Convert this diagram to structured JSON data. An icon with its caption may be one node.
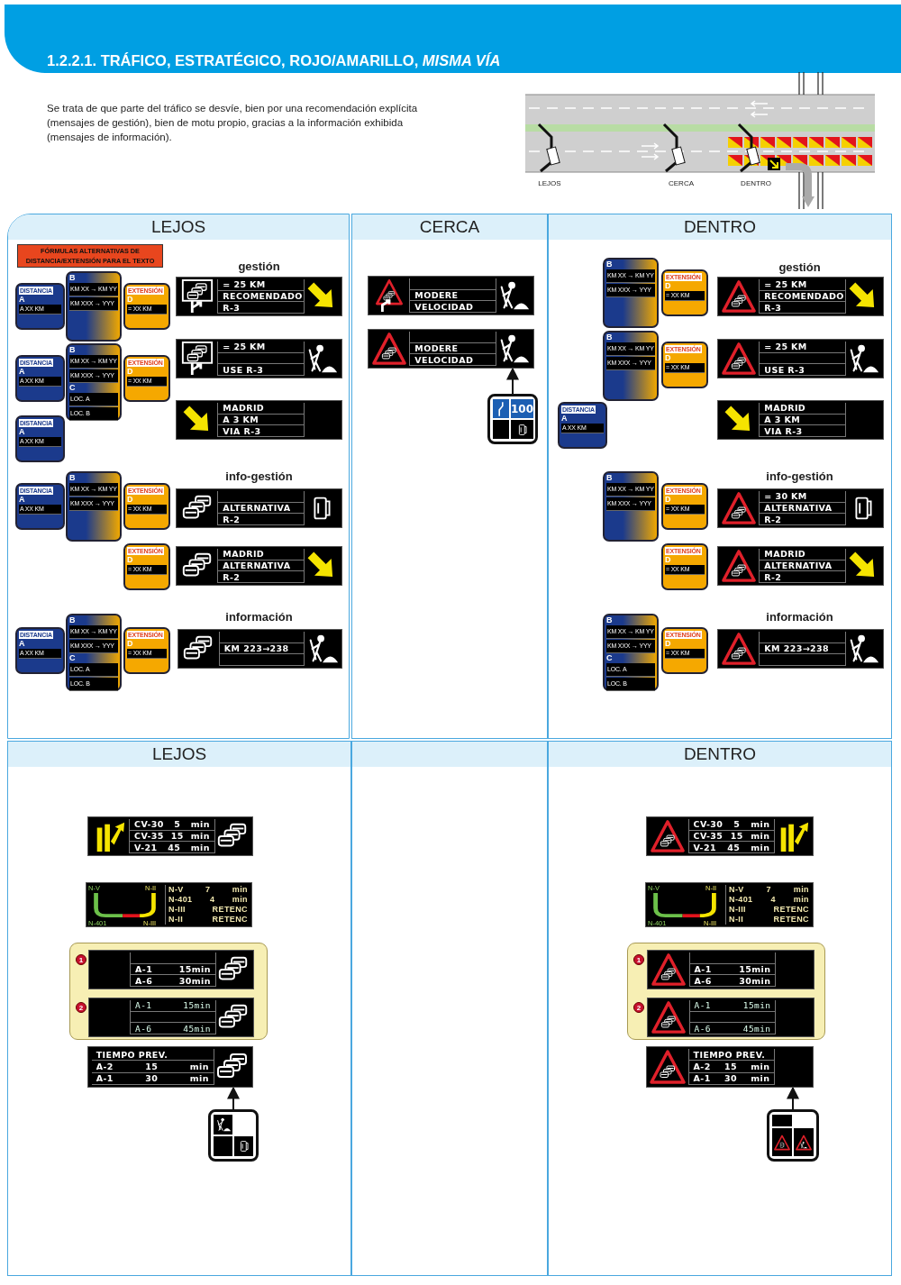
{
  "diagram": {
    "title": "1.2.2.1. TRÁFICO, ESTRATÉGICO, ROJO/AMARILLO, *MISMA VÍA*",
    "nodes": [
      {
        "text": [
          "LEJOS"
        ]
      },
      {
        "text": [
          "FÓRMULAS ALTERNATIVAS DE DISTANCIA/EXTENSIÓN PARA EL TEXTO"
        ],
        "in": 0
      },
      {
        "text": [
          "DISTANCIA",
          "A",
          "A XX KM"
        ],
        "in": 0
      },
      {
        "text": [
          "B",
          "KM XX → KM YY",
          "KM XXX → YYY"
        ],
        "in": 0
      },
      {
        "text": [
          "EXTENSIÓN",
          "D",
          "= XX KM"
        ],
        "in": 0
      },
      {
        "text": [
          "= 25 KM",
          "RECOMENDADO",
          "R-3"
        ],
        "in": 0
      },
      {
        "text": [
          "DISTANCIA",
          "A",
          "A XX KM"
        ],
        "in": 0
      },
      {
        "text": [
          "B",
          "KM XX → KM YY",
          "KM XXX → YYY",
          "C",
          "LOC. A",
          "LOC. B"
        ],
        "in": 0
      },
      {
        "text": [
          "EXTENSIÓN",
          "D",
          "= XX KM"
        ],
        "in": 0
      },
      {
        "text": [
          "= 25 KM",
          "USE R-3"
        ],
        "in": 0
      },
      {
        "text": [
          "DISTANCIA",
          "A",
          "A XX KM"
        ],
        "in": 0
      },
      {
        "text": [
          "MADRID",
          "A 3 KM",
          "VIA R-3"
        ],
        "in": 0
      },
      {
        "text": [
          "DISTANCIA",
          "A",
          "A XX KM"
        ],
        "in": 0
      },
      {
        "text": [
          "B",
          "KM XX → KM YY",
          "KM XXX → YYY"
        ],
        "in": 0
      },
      {
        "text": [
          "EXTENSIÓN",
          "D",
          "= XX KM"
        ],
        "in": 0
      },
      {
        "text": [
          "ALTERNATIVA",
          "R-2"
        ],
        "in": 0
      },
      {
        "text": [
          "EXTENSIÓN",
          "D",
          "= XX KM"
        ],
        "in": 0
      },
      {
        "text": [
          "MADRID",
          "ALTERNATIVA",
          "R-2"
        ],
        "in": 0
      },
      {
        "text": [
          "DISTANCIA",
          "A",
          "A XX KM"
        ],
        "in": 0
      },
      {
        "text": [
          "B",
          "KM XX → KM YY",
          "KM XXX → YYY",
          "C",
          "LOC. A",
          "LOC. B"
        ],
        "in": 0
      },
      {
        "text": [
          "EXTENSIÓN",
          "D",
          "= XX KM"
        ],
        "in": 0
      },
      {
        "text": [
          "KM 223→238"
        ],
        "in": 0
      },
      {
        "text": [
          "CERCA"
        ]
      },
      {
        "text": [
          "MODERE",
          "VELOCIDAD"
        ],
        "in": 22
      },
      {
        "text": [
          "MODERE",
          "VELOCIDAD"
        ],
        "in": 22
      },
      {
        "text": [
          "100"
        ],
        "in": 22
      },
      {
        "text": [
          "DENTRO"
        ]
      },
      {
        "text": [
          "B",
          "KM XX → KM YY",
          "KM XXX → YYY"
        ],
        "in": 26
      },
      {
        "text": [
          "EXTENSIÓN",
          "D",
          "= XX KM"
        ],
        "in": 26
      },
      {
        "text": [
          "= 25 KM",
          "RECOMENDADO",
          "R-3"
        ],
        "in": 26
      },
      {
        "text": [
          "B",
          "KM XX → KM YY",
          "KM XXX → YYY"
        ],
        "in": 26
      },
      {
        "text": [
          "EXTENSIÓN",
          "D",
          "= XX KM"
        ],
        "in": 26
      },
      {
        "text": [
          "= 25 KM",
          "USE R-3"
        ],
        "in": 26
      },
      {
        "text": [
          "DISTANCIA",
          "A",
          "A XX KM"
        ],
        "in": 26
      },
      {
        "text": [
          "MADRID",
          "A 3 KM",
          "VIA R-3"
        ],
        "in": 26
      },
      {
        "text": [
          "B",
          "KM XX → KM YY",
          "KM XXX → YYY"
        ],
        "in": 26
      },
      {
        "text": [
          "EXTENSIÓN",
          "D",
          "= XX KM"
        ],
        "in": 26
      },
      {
        "text": [
          "= 30 KM",
          "ALTERNATIVA",
          "R-2"
        ],
        "in": 26
      },
      {
        "text": [
          "EXTENSIÓN",
          "D",
          "= XX KM"
        ],
        "in": 26
      },
      {
        "text": [
          "MADRID",
          "ALTERNATIVA",
          "R-2"
        ],
        "in": 26
      },
      {
        "text": [
          "B",
          "KM XX → KM YY",
          "KM XXX → YYY",
          "C",
          "LOC. A",
          "LOC. B"
        ],
        "in": 26
      },
      {
        "text": [
          "EXTENSIÓN",
          "D",
          "= XX KM"
        ],
        "in": 26
      },
      {
        "text": [
          "KM 223→238"
        ],
        "in": 26
      },
      {
        "text": [
          "LEJOS"
        ]
      },
      {
        "text": [
          "CV-30 5 min",
          "CV-35 15 min",
          "V-21 45 min"
        ],
        "in": 43
      },
      {
        "text": [
          "N-V",
          "N-II",
          "N-401",
          "N-III",
          "N-V 7 min",
          "N-401 4 min",
          "N-III RETENC",
          "N-II RETENC"
        ],
        "in": 43
      },
      {
        "text": [],
        "shape": "box",
        "in": 43
      },
      {
        "text": [
          "A-1 15min",
          "A-6 30min"
        ],
        "beside": [
          "1"
        ],
        "in": 46
      },
      {
        "text": [
          "A-1 15min",
          "A-6 45min"
        ],
        "beside": [
          "2"
        ],
        "in": 46
      },
      {
        "text": [
          "TIEMPO PREV.",
          "A-2 15 min",
          "A-1 30 min"
        ],
        "in": 43
      },
      {
        "text": [],
        "shape": "picture",
        "in": 43
      },
      {
        "text": [
          "DENTRO"
        ]
      },
      {
        "text": [
          "CV-30 5 min",
          "CV-35 15 min",
          "V-21 45 min"
        ],
        "in": 51
      },
      {
        "text": [
          "N-V",
          "N-II",
          "N-401",
          "N-III",
          "N-V 7 min",
          "N-401 4 min",
          "N-III RETENC",
          "N-II RETENC"
        ],
        "in": 51
      },
      {
        "text": [],
        "shape": "box",
        "in": 51
      },
      {
        "text": [
          "A-1 15min",
          "A-6 30min"
        ],
        "beside": [
          "1"
        ],
        "in": 54
      },
      {
        "text": [
          "A-1 15min",
          "A-6 45min"
        ],
        "beside": [
          "2"
        ],
        "in": 54
      },
      {
        "text": [
          "TIEMPO PREV.",
          "A-2 15 min",
          "A-1 30 min"
        ],
        "in": 51
      },
      {
        "text": [],
        "shape": "picture",
        "in": 51
      }
    ],
    "edges": [
      {
        "from": 25,
        "to": 24,
        "arrow": "to"
      },
      {
        "from": 50,
        "to": 49,
        "arrow": "to"
      },
      {
        "from": 58,
        "to": 57,
        "arrow": "to"
      }
    ],
    "labels": [
      "Se trata de que parte del tráfico se desvíe, bien por una recomendación explícita (mensajes de gestión), bien de motu propio, gracias a la información exhibida (mensajes de información).",
      "LEJOS",
      "CERCA",
      "DENTRO",
      "gestión",
      "info-gestión",
      "información",
      "gestión",
      "info-gestión",
      "información"
    ]
  }
}
